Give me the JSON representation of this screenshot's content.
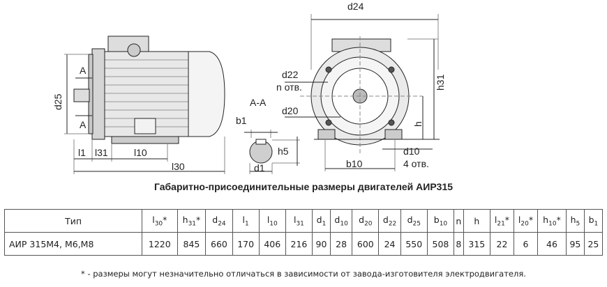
{
  "drawing": {
    "labels": {
      "d24": "d24",
      "d22": "d22",
      "n_otv": "n отв.",
      "d20": "d20",
      "h31": "h31",
      "h": "h",
      "d10": "d10",
      "four_otv": "4 отв.",
      "b10": "b10",
      "a_top": "A",
      "a_bottom": "A",
      "d25": "d25",
      "l1": "l1",
      "l31": "l31",
      "l10": "l10",
      "l30": "l30",
      "section_aa": "A-A",
      "b1": "b1",
      "h5": "h5",
      "d1": "d1"
    }
  },
  "caption": "Габаритно-присоединительные  размеры  двигателей  АИР315",
  "table": {
    "headers": [
      {
        "base": "Тип",
        "sub": "",
        "sup": ""
      },
      {
        "base": "l",
        "sub": "30",
        "sup": "*"
      },
      {
        "base": "h",
        "sub": "31",
        "sup": "*"
      },
      {
        "base": "d",
        "sub": "24",
        "sup": ""
      },
      {
        "base": "l",
        "sub": "1",
        "sup": ""
      },
      {
        "base": "l",
        "sub": "10",
        "sup": ""
      },
      {
        "base": "l",
        "sub": "31",
        "sup": ""
      },
      {
        "base": "d",
        "sub": "1",
        "sup": ""
      },
      {
        "base": "d",
        "sub": "10",
        "sup": ""
      },
      {
        "base": "d",
        "sub": "20",
        "sup": ""
      },
      {
        "base": "d",
        "sub": "22",
        "sup": ""
      },
      {
        "base": "d",
        "sub": "25",
        "sup": ""
      },
      {
        "base": "b",
        "sub": "10",
        "sup": ""
      },
      {
        "base": "n",
        "sub": "",
        "sup": ""
      },
      {
        "base": "h",
        "sub": "",
        "sup": ""
      },
      {
        "base": "l",
        "sub": "21",
        "sup": "*"
      },
      {
        "base": "l",
        "sub": "20",
        "sup": "*"
      },
      {
        "base": "h",
        "sub": "10",
        "sup": "*"
      },
      {
        "base": "h",
        "sub": "5",
        "sup": ""
      },
      {
        "base": "b",
        "sub": "1",
        "sup": ""
      }
    ],
    "rows": [
      [
        "АИР 315М4, М6,М8",
        "1220",
        "845",
        "660",
        "170",
        "406",
        "216",
        "90",
        "28",
        "600",
        "24",
        "550",
        "508",
        "8",
        "315",
        "22",
        "6",
        "46",
        "95",
        "25"
      ]
    ]
  },
  "footnote": "* - размеры  могут  незначительно  отличаться  в  зависимости  от  завода-изготовителя  электродвигателя."
}
